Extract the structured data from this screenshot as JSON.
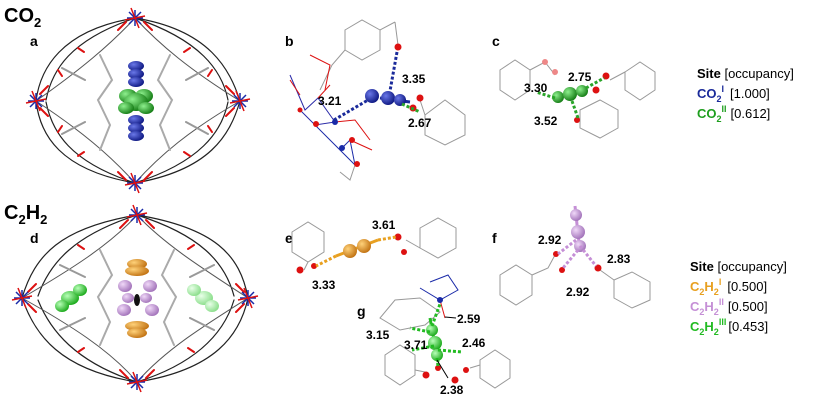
{
  "row_labels": {
    "co2": "CO",
    "co2_sub": "2",
    "c2h2_a": "C",
    "c2h2_a_sub": "2",
    "c2h2_b": "H",
    "c2h2_b_sub": "2"
  },
  "panels": {
    "a": "a",
    "b": "b",
    "c": "c",
    "d": "d",
    "e": "e",
    "f": "f",
    "g": "g"
  },
  "distances": {
    "b1": "3.35",
    "b2": "3.21",
    "b3": "2.67",
    "c1": "2.75",
    "c2": "3.30",
    "c3": "3.52",
    "e1": "3.61",
    "e2": "3.33",
    "f1": "2.92",
    "f2": "2.83",
    "f3": "2.92",
    "g1": "2.59",
    "g2": "3.15",
    "g3": "3.71",
    "g4": "2.46",
    "g5": "2.38"
  },
  "legend_co2": {
    "site": "Site",
    "occupancy": "[occupancy]",
    "items": [
      {
        "main": "CO",
        "sub": "2",
        "sup": "I",
        "value": "[1.000]",
        "color": "#1a2a9a"
      },
      {
        "main": "CO",
        "sub": "2",
        "sup": "II",
        "value": "[0.612]",
        "color": "#1e9e1e"
      }
    ]
  },
  "legend_c2h2": {
    "site": "Site",
    "occupancy": "[occupancy]",
    "items": [
      {
        "a": "C",
        "b": "H",
        "sub": "2",
        "sup": "I",
        "value": "[0.500]",
        "color": "#e8a020"
      },
      {
        "a": "C",
        "b": "H",
        "sub": "2",
        "sup": "II",
        "value": "[0.500]",
        "color": "#c58fd6"
      },
      {
        "a": "C",
        "b": "H",
        "sub": "2",
        "sup": "III",
        "value": "[0.453]",
        "color": "#22bb22"
      }
    ]
  },
  "colors": {
    "metal": "#1a2aa8",
    "oxygen": "#dd1111",
    "frame": "#222222",
    "co2_I": "#1a2a9a",
    "co2_II": "#2aa52a",
    "c2h2_I": "#f0a020",
    "c2h2_II": "#c89ad8",
    "c2h2_III": "#22cc22"
  }
}
